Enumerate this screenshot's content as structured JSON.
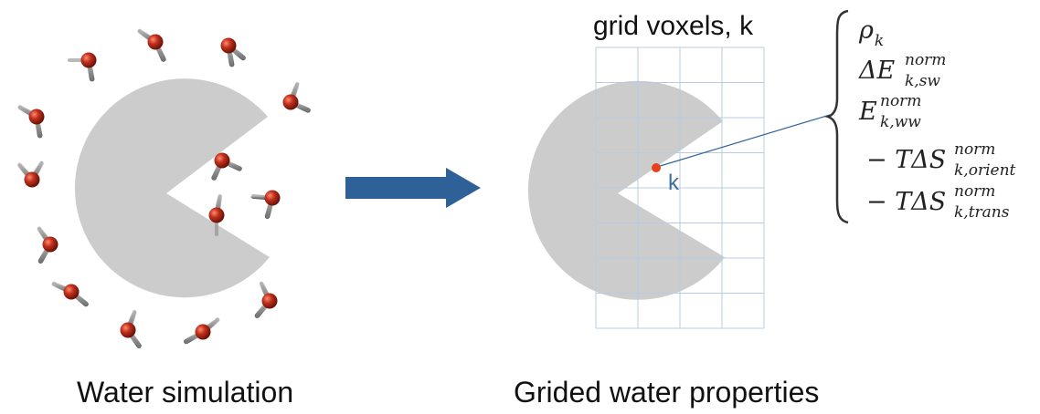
{
  "left_panel": {
    "caption": "Water simulation"
  },
  "right_panel": {
    "caption": "Grided water properties",
    "grid_title": "grid voxels, k",
    "voxel_label": "k"
  },
  "properties": [
    {
      "main": "ρ",
      "sup": "",
      "sub": "k"
    },
    {
      "main": "ΔE",
      "sup": "norm",
      "sub": "k,sw"
    },
    {
      "main": "E",
      "sup": "norm",
      "sub": "k,ww"
    },
    {
      "main": "− TΔS",
      "sup": "norm",
      "sub": "k,orient"
    },
    {
      "main": "− TΔS",
      "sup": "norm",
      "sub": "k,trans"
    }
  ],
  "colors": {
    "protein": "#cccccc",
    "arrow": "#2f6199",
    "grid": "#b8cbe0",
    "oxygen": "#c0301c",
    "hydrogen": "#9a9a9a",
    "voxel_dot": "#e8401a",
    "label": "#3a6ea5"
  },
  "icons": {
    "process_arrow": "right-arrow",
    "water_molecule": "water-molecule",
    "protein": "pacman-shape"
  }
}
